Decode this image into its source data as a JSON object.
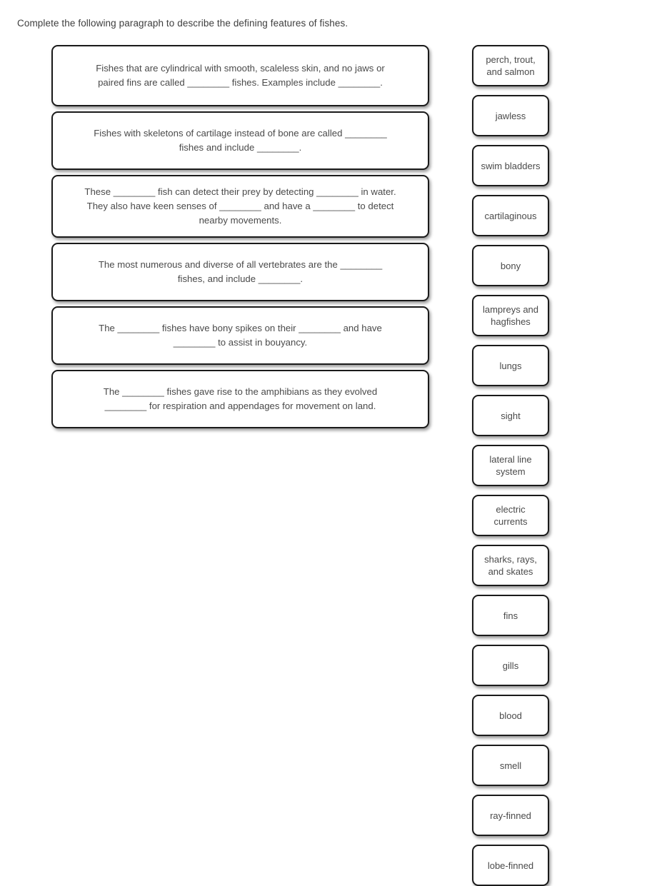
{
  "page": {
    "prompt": "Complete the following paragraph to describe the defining features of fishes.",
    "background_color": "#ffffff",
    "text_color": "#4a4a4a",
    "border_color": "#1a1a1a"
  },
  "paragraphs": [
    {
      "id": "paragraph-1",
      "text": "Fishes that are cylindrical with smooth, scaleless skin, and no jaws or\npaired fins are called ________ fishes. Examples include ________.",
      "blanks": 2
    },
    {
      "id": "paragraph-2",
      "text": "Fishes with skeletons of cartilage instead of bone are called ________\nfishes and include ________.",
      "blanks": 2
    },
    {
      "id": "paragraph-3",
      "text": "These ________ fish can detect their prey by detecting ________ in water.\nThey also have keen senses of ________ and have a ________ to detect\nnearby movements.",
      "blanks": 4
    },
    {
      "id": "paragraph-4",
      "text": "The most numerous and diverse of all vertebrates are the ________\nfishes, and include ________.",
      "blanks": 2
    },
    {
      "id": "paragraph-5",
      "text": "The ________ fishes have bony spikes on their ________ and have\n________ to assist in bouyancy.",
      "blanks": 3
    },
    {
      "id": "paragraph-6",
      "text": "The ________ fishes gave rise to the amphibians as they evolved\n________ for respiration and appendages for movement on land.",
      "blanks": 2
    }
  ],
  "answer_tiles": [
    {
      "id": "tile-perch-trout-and-salmon",
      "label": "perch, trout,\nand salmon"
    },
    {
      "id": "tile-jawless",
      "label": "jawless"
    },
    {
      "id": "tile-swim-bladders",
      "label": "swim bladders"
    },
    {
      "id": "tile-cartilaginous",
      "label": "cartilaginous"
    },
    {
      "id": "tile-bony",
      "label": "bony"
    },
    {
      "id": "tile-lampreys-and-hagfishes",
      "label": "lampreys and\nhagfishes"
    },
    {
      "id": "tile-lungs",
      "label": "lungs"
    },
    {
      "id": "tile-sight",
      "label": "sight"
    },
    {
      "id": "tile-lateral-line-system",
      "label": "lateral line\nsystem"
    },
    {
      "id": "tile-electric-currents",
      "label": "electric\ncurrents"
    },
    {
      "id": "tile-sharks-rays-and-skates",
      "label": "sharks, rays,\nand skates"
    },
    {
      "id": "tile-fins",
      "label": "fins"
    },
    {
      "id": "tile-gills",
      "label": "gills"
    },
    {
      "id": "tile-blood",
      "label": "blood"
    },
    {
      "id": "tile-smell",
      "label": "smell"
    },
    {
      "id": "tile-ray-finned",
      "label": "ray-finned"
    },
    {
      "id": "tile-lobe-finned",
      "label": "lobe-finned"
    }
  ]
}
